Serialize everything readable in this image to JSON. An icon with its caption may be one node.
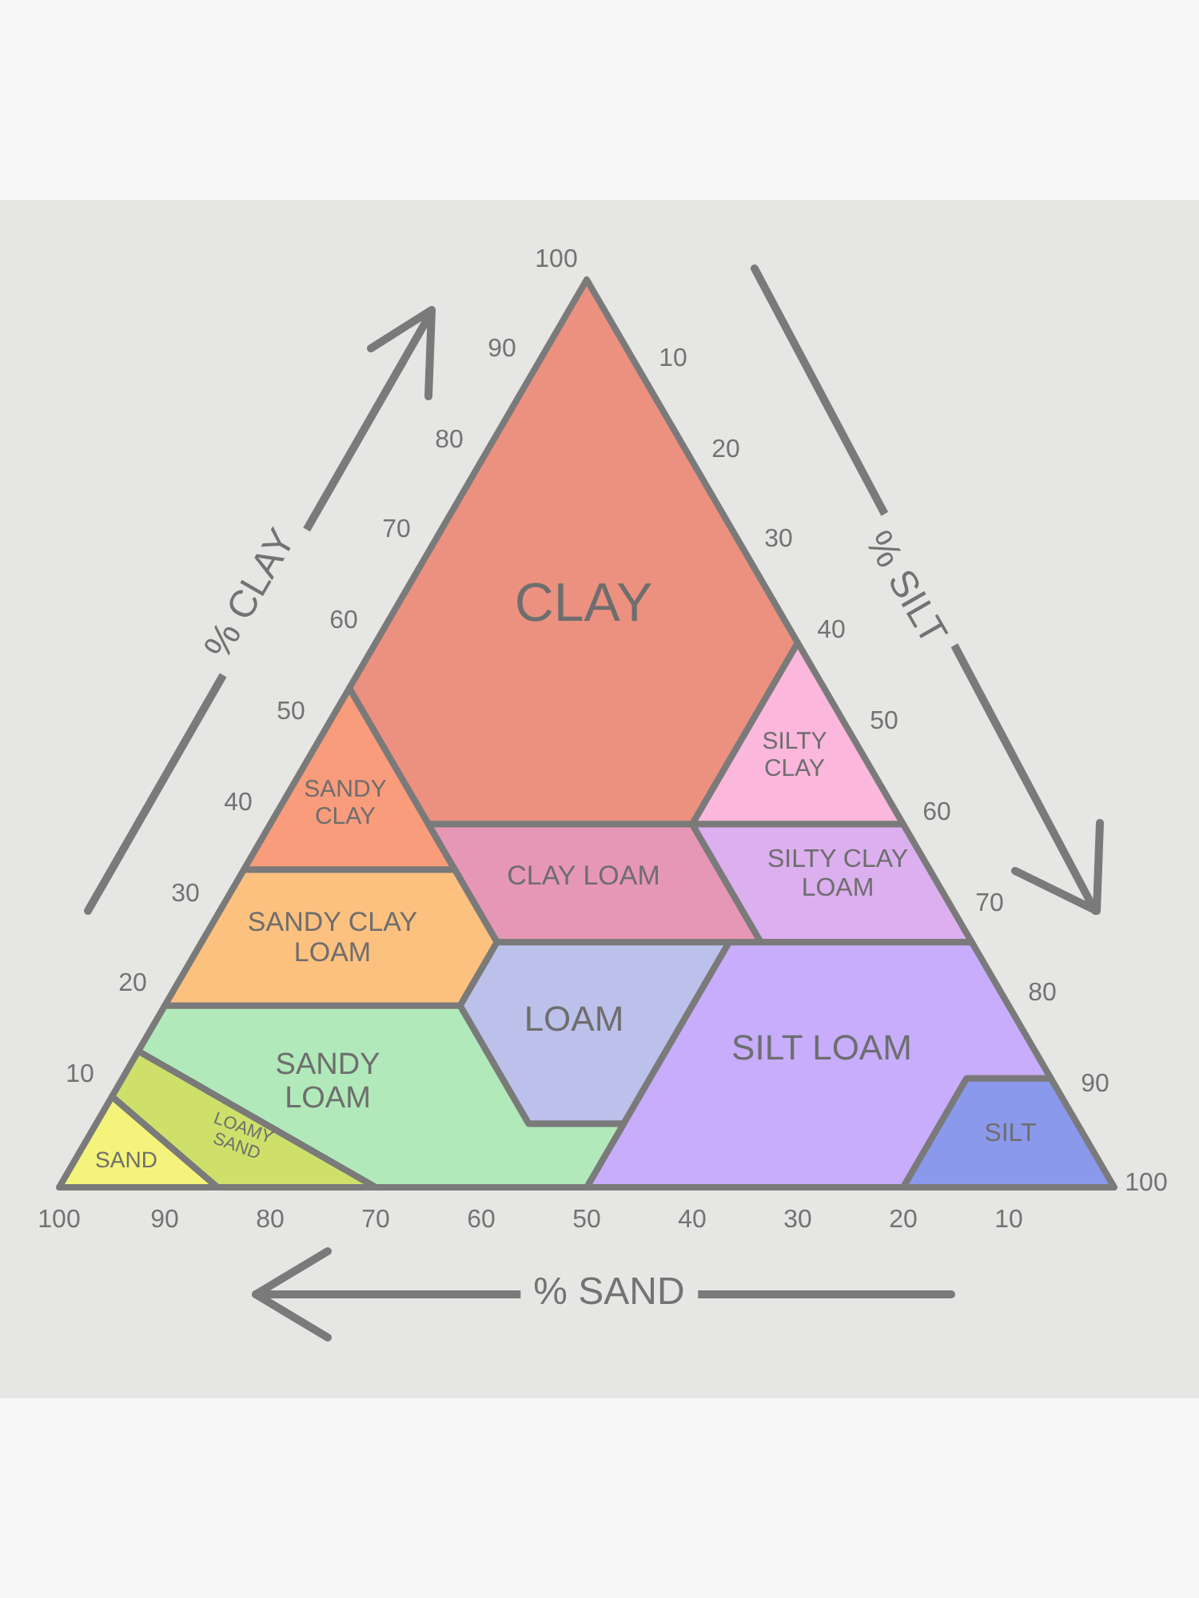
{
  "diagram": {
    "nodes": [
      {
        "text": [
          "CLAY"
        ]
      },
      {
        "text": [
          "SANDY CLAY"
        ]
      },
      {
        "text": [
          "SILTY CLAY"
        ]
      },
      {
        "text": [
          "CLAY LOAM"
        ]
      },
      {
        "text": [
          "SILTY CLAY LOAM"
        ]
      },
      {
        "text": [
          "SANDY CLAY LOAM"
        ]
      },
      {
        "text": [
          "LOAM"
        ]
      },
      {
        "text": [
          "SILT LOAM"
        ]
      },
      {
        "text": [
          "SANDY LOAM"
        ]
      },
      {
        "text": [
          "SILT"
        ]
      },
      {
        "text": [
          "LOAMY SAND"
        ]
      },
      {
        "text": [
          "SAND"
        ]
      }
    ],
    "labels": [
      "100",
      "90",
      "80",
      "70",
      "60",
      "50",
      "40",
      "30",
      "20",
      "10",
      "% CLAY",
      "10",
      "20",
      "30",
      "40",
      "50",
      "60",
      "70",
      "80",
      "90",
      "100",
      "% SILT",
      "100",
      "90",
      "80",
      "70",
      "60",
      "50",
      "40",
      "30",
      "20",
      "10",
      "% SAND"
    ]
  }
}
